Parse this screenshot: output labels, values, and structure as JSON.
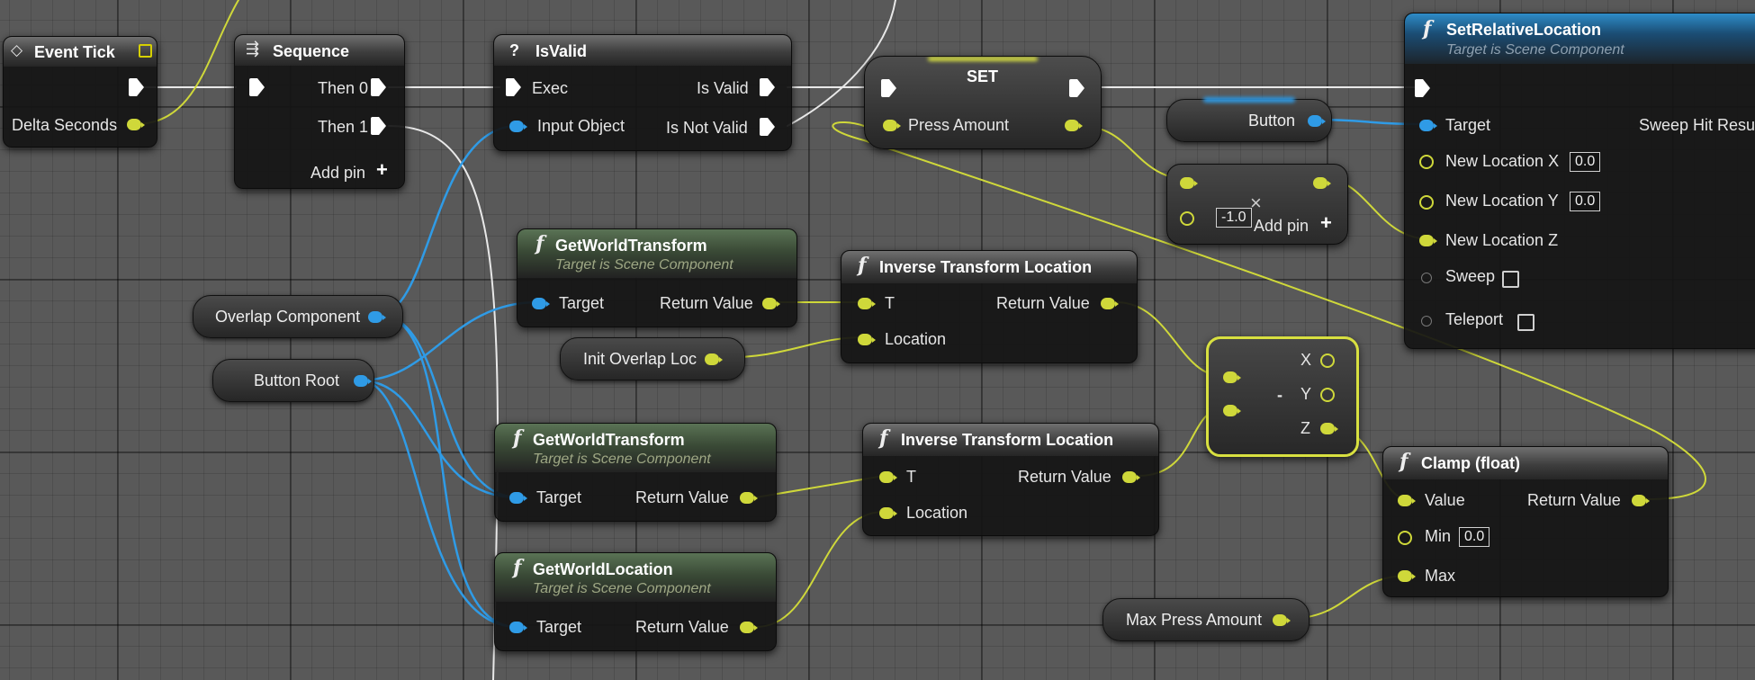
{
  "nodes": {
    "event_tick": {
      "title": "Event Tick",
      "pin_delta": "Delta Seconds"
    },
    "sequence": {
      "title": "Sequence",
      "then0": "Then 0",
      "then1": "Then 1",
      "add_pin": "Add pin"
    },
    "isvalid": {
      "title": "IsValid",
      "exec": "Exec",
      "input_object": "Input Object",
      "is_valid": "Is Valid",
      "is_not_valid": "Is Not Valid"
    },
    "set": {
      "title": "SET",
      "press_amount": "Press Amount"
    },
    "set_relative_location": {
      "title": "SetRelativeLocation",
      "subtitle": "Target is Scene Component",
      "target": "Target",
      "sweep_hit": "Sweep Hit Resu",
      "new_x": "New Location X",
      "new_x_val": "0.0",
      "new_y": "New Location Y",
      "new_y_val": "0.0",
      "new_z": "New Location Z",
      "sweep": "Sweep",
      "teleport": "Teleport"
    },
    "multiply": {
      "value": "-1.0",
      "add_pin": "Add pin"
    },
    "gwt1": {
      "title": "GetWorldTransform",
      "subtitle": "Target is Scene Component",
      "target": "Target",
      "ret": "Return Value"
    },
    "itl1": {
      "title": "Inverse Transform Location",
      "t": "T",
      "location": "Location",
      "ret": "Return Value"
    },
    "gwt2": {
      "title": "GetWorldTransform",
      "subtitle": "Target is Scene Component",
      "target": "Target",
      "ret": "Return Value"
    },
    "itl2": {
      "title": "Inverse Transform Location",
      "t": "T",
      "location": "Location",
      "ret": "Return Value"
    },
    "gwl": {
      "title": "GetWorldLocation",
      "subtitle": "Target is Scene Component",
      "target": "Target",
      "ret": "Return Value"
    },
    "subtract": {
      "x": "X",
      "y": "Y",
      "z": "Z",
      "op": "-"
    },
    "clamp": {
      "title": "Clamp (float)",
      "value": "Value",
      "ret": "Return Value",
      "min": "Min",
      "min_val": "0.0",
      "max": "Max"
    }
  },
  "variables": {
    "button": "Button",
    "overlap_component": "Overlap Component",
    "button_root": "Button Root",
    "init_overlap_loc": "Init Overlap Loc",
    "max_press_amount": "Max Press Amount"
  },
  "colors": {
    "float_pin": "#cfd83a",
    "object_pin": "#2f9be6",
    "exec_wire": "#ffffff",
    "grid_bg": "#595959"
  },
  "icons": [
    "diamond-icon",
    "sequence-icon",
    "question-icon",
    "function-icon",
    "add-pin-icon",
    "multiply-icon"
  ]
}
